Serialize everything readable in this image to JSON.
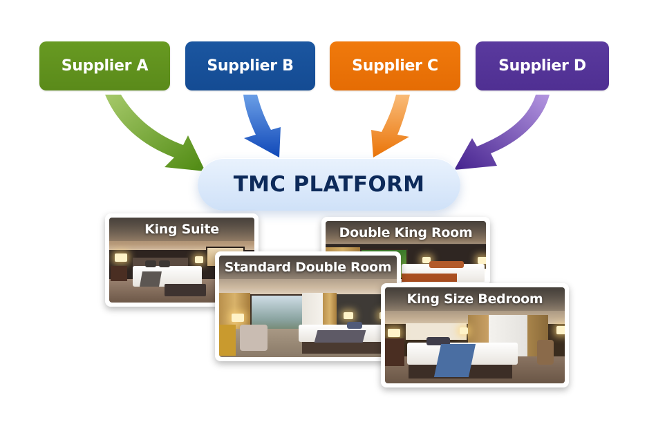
{
  "diagram": {
    "suppliers": [
      {
        "label": "Supplier A",
        "color": "#5f911d"
      },
      {
        "label": "Supplier B",
        "color": "#164f97"
      },
      {
        "label": "Supplier C",
        "color": "#e97006"
      },
      {
        "label": "Supplier D",
        "color": "#523396"
      }
    ],
    "platform": {
      "label": "TMC PLATFORM",
      "text_color": "#0d2a5a"
    },
    "room_cards": [
      {
        "label": "King Suite"
      },
      {
        "label": "Double King Room"
      },
      {
        "label": "Standard Double Room"
      },
      {
        "label": "King Size Bedroom"
      }
    ]
  }
}
